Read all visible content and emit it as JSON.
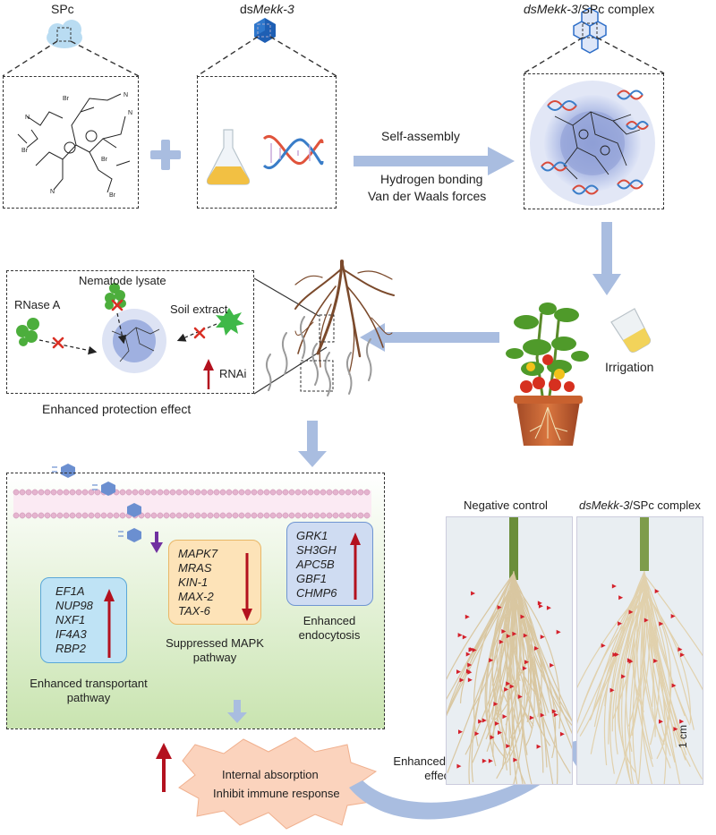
{
  "top": {
    "spc_label": "SPc",
    "dsmekk_prefix": "ds",
    "dsmekk_gene": "Mekk-3",
    "complex_gene": "dsMekk-3",
    "complex_suffix": "/SPc complex",
    "self_assembly": "Self-assembly",
    "hydrogen_bonding": "Hydrogen bonding",
    "vdw_forces": "Van der Waals forces",
    "irrigation": "Irrigation"
  },
  "protection": {
    "nematode_lysate": "Nematode lysate",
    "rnase_a": "RNase A",
    "soil_extract": "Soil extract",
    "rnai": "RNAi",
    "caption": "Enhanced protection effect"
  },
  "pathways": {
    "transport": {
      "genes": [
        "EF1A",
        "NUP98",
        "NXF1",
        "IF4A3",
        "RBP2"
      ],
      "caption_1": "Enhanced transportant",
      "caption_2": "pathway"
    },
    "mapk": {
      "genes": [
        "MAPK7",
        "MRAS",
        "KIN-1",
        "MAX-2",
        "TAX-6"
      ],
      "caption_1": "Suppressed MAPK",
      "caption_2": "pathway"
    },
    "endocytosis": {
      "genes": [
        "GRK1",
        "SH3GH",
        "APC5B",
        "GBF1",
        "CHMP6"
      ],
      "caption_1": "Enhanced",
      "caption_2": "endocytosis"
    }
  },
  "bottom": {
    "internal_absorption": "Internal absorption",
    "inhibit_immune": "Inhibit immune response",
    "control_effect_1": "Enhanced control",
    "control_effect_2": "effect"
  },
  "photos": {
    "negative_control": "Negative control",
    "complex_gene": "dsMekk-3",
    "complex_suffix": "/SPc complex",
    "scale": "1 cm"
  },
  "colors": {
    "arrow_blue": "#a9bde0",
    "up_red": "#b3111e",
    "down_purple": "#7030a0",
    "transport_box": "#bfe3f5",
    "mapk_box": "#fde3b8",
    "endo_box": "#cfdcf2",
    "burst": "#fbd3bd"
  }
}
